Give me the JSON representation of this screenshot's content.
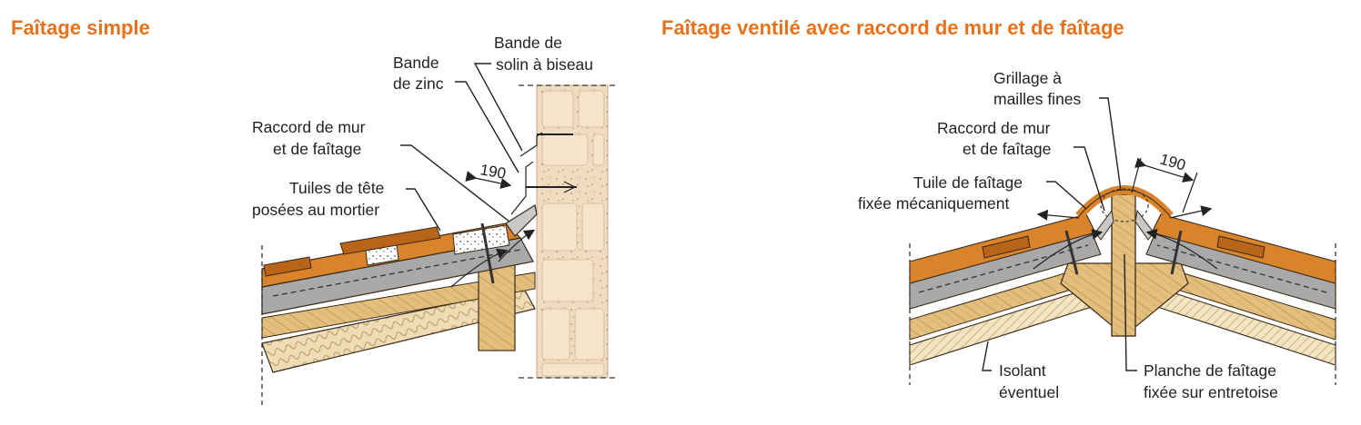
{
  "left_section": {
    "title": "Faîtage simple",
    "labels": {
      "bande_solin_l1": "Bande de",
      "bande_solin_l2": "solin à biseau",
      "bande_zinc_l1": "Bande",
      "bande_zinc_l2": "de zinc",
      "raccord_l1": "Raccord de mur",
      "raccord_l2": "et de faîtage",
      "tuiles_l1": "Tuiles de tête",
      "tuiles_l2": "posées au mortier",
      "dimension": "190"
    }
  },
  "right_section": {
    "title": "Faîtage ventilé avec raccord de mur et de faîtage",
    "labels": {
      "grillage_l1": "Grillage à",
      "grillage_l2": "mailles fines",
      "raccord_l1": "Raccord de mur",
      "raccord_l2": "et de faîtage",
      "tuile_l1": "Tuile de faîtage",
      "tuile_l2": "fixée mécaniquement",
      "dimension": "190",
      "isolant_l1": "Isolant",
      "isolant_l2": "éventuel",
      "planche_l1": "Planche de faîtage",
      "planche_l2": "fixée sur entretoise"
    }
  },
  "colors": {
    "heading": "#e8711c",
    "tile": "#d9842a",
    "tile_dark": "#b8651a",
    "metal": "#a9a9a9",
    "wood": "#e3bf7d",
    "insulation": "#e6cfa2",
    "brick": "#f1dcc0"
  }
}
